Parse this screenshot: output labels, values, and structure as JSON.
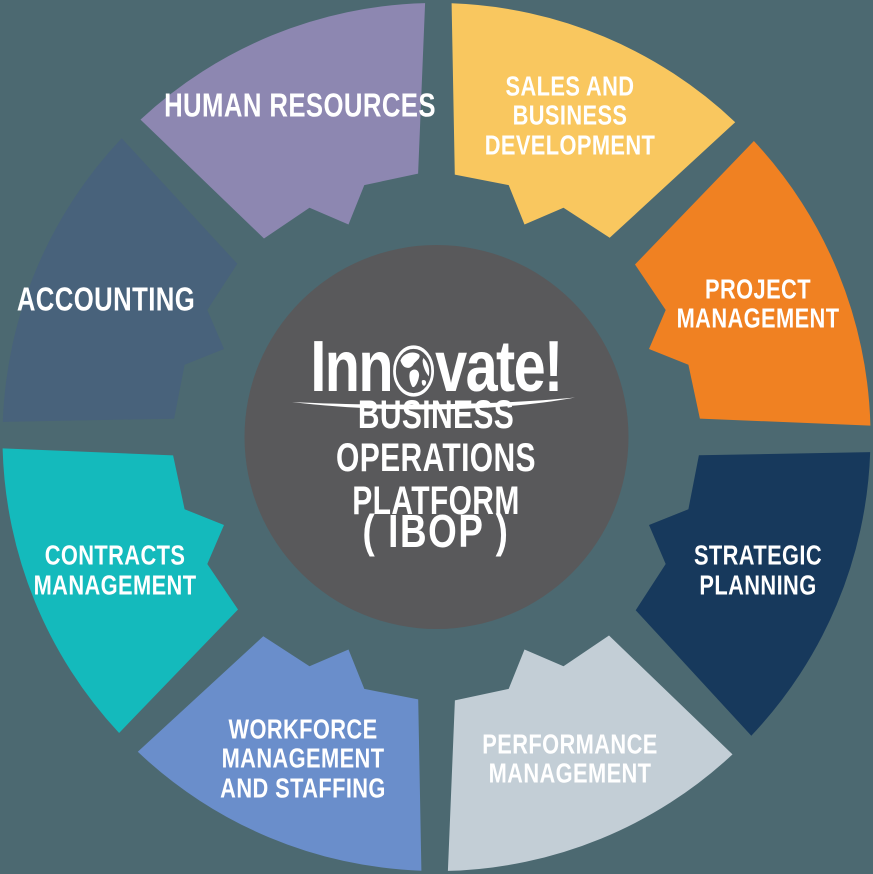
{
  "background_color": "#4c6971",
  "text_color": "#ffffff",
  "center": {
    "circle_color": "#59595b",
    "logo": {
      "full_text": "Innovate!",
      "prefix": "Inn",
      "suffix": "vate!"
    },
    "subtitle": "BUSINESS OPERATIONS\nPLATFORM",
    "acronym": "( IBOP )"
  },
  "segments": [
    {
      "id": "sales-and-business-development",
      "label": "SALES AND BUSINESS\nDEVELOPMENT",
      "color": "#f9c75f"
    },
    {
      "id": "project-management",
      "label": "PROJECT\nMANAGEMENT",
      "color": "#f08122"
    },
    {
      "id": "strategic-planning",
      "label": "STRATEGIC\nPLANNING",
      "color": "#17395c"
    },
    {
      "id": "performance-management",
      "label": "PERFORMANCE\nMANAGEMENT",
      "color": "#c3ced6"
    },
    {
      "id": "workforce-management-and-staffing",
      "label": "WORKFORCE\nMANAGEMENT\nAND STAFFING",
      "color": "#6a8ecb"
    },
    {
      "id": "contracts-management",
      "label": "CONTRACTS\nMANAGEMENT",
      "color": "#14babc"
    },
    {
      "id": "accounting",
      "label": "ACCOUNTING",
      "color": "#48627b"
    },
    {
      "id": "human-resources",
      "label": "HUMAN RESOURCES",
      "color": "#8d87b1"
    }
  ]
}
